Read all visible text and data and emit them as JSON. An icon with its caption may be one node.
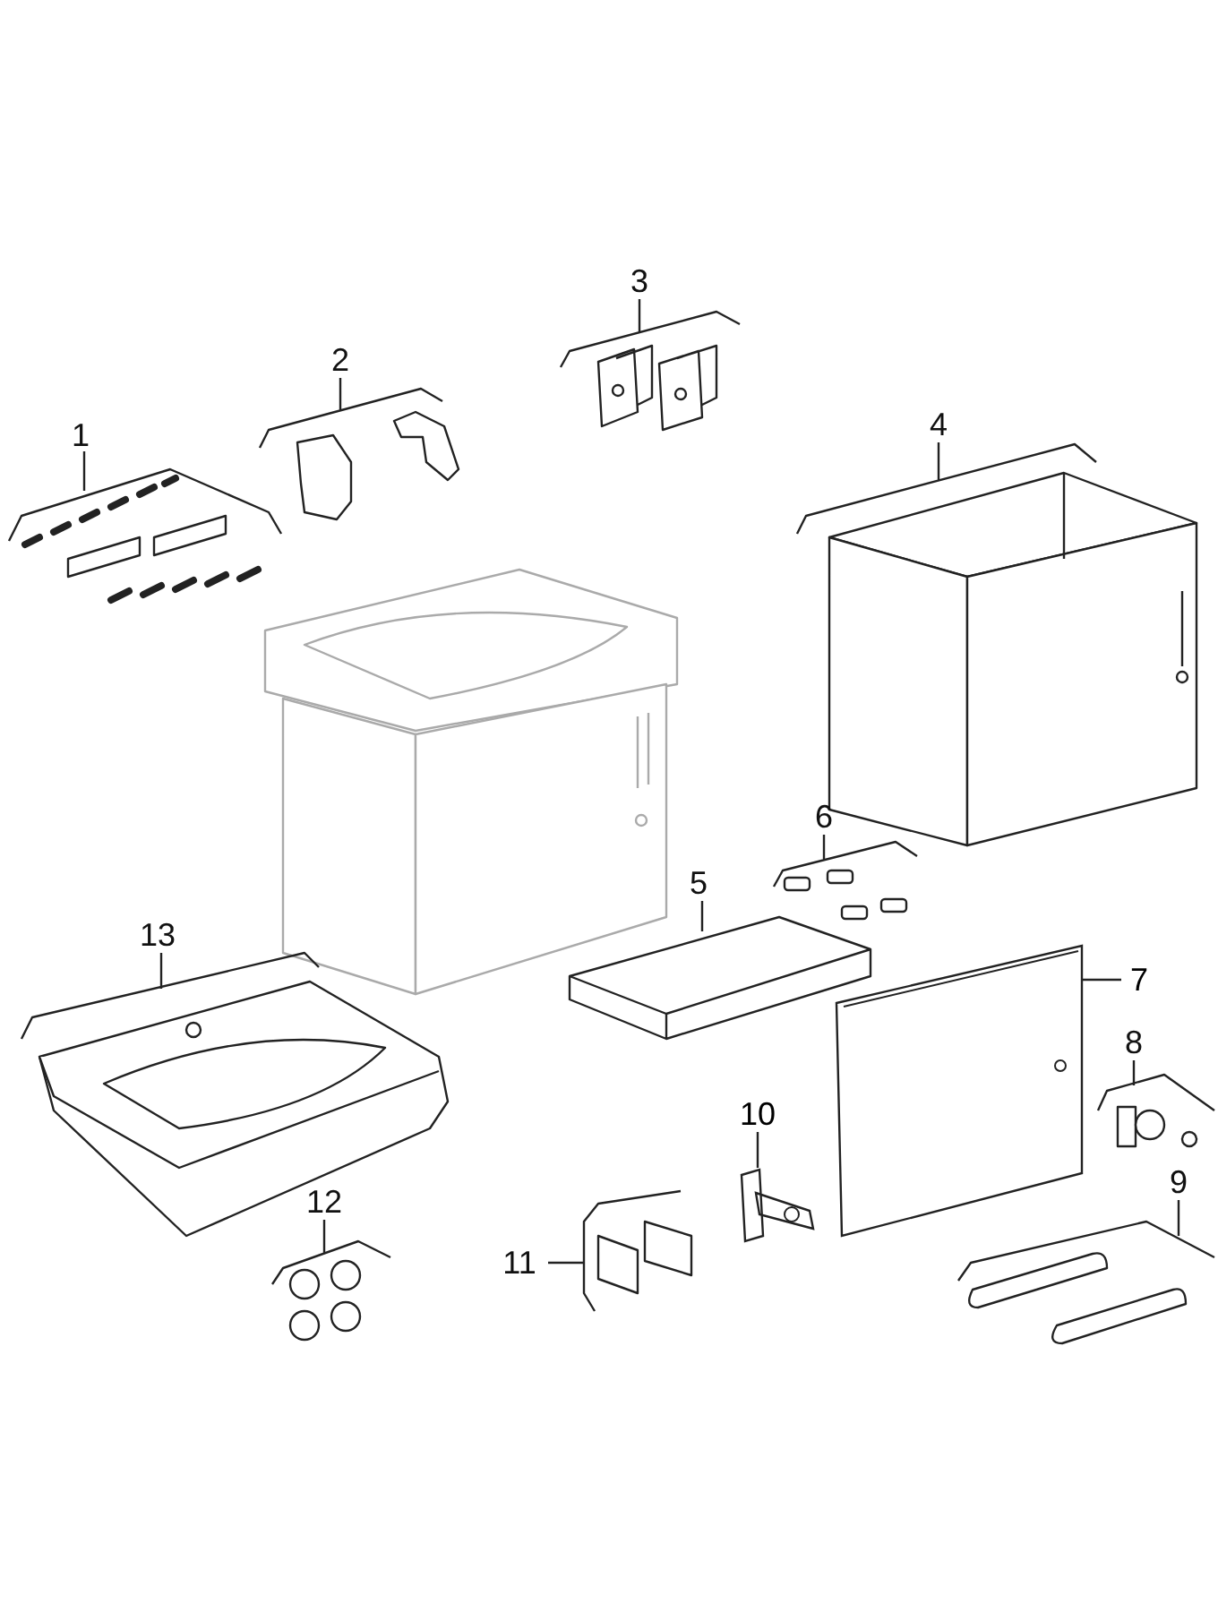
{
  "diagram": {
    "nodes": [
      {
        "text": [
          "7"
        ]
      },
      {
        "text": [],
        "shape": "picture"
      },
      {
        "text": [
          "10"
        ]
      },
      {
        "text": [],
        "shape": "picture"
      }
    ],
    "edges": [
      {
        "from": 0,
        "to": 1,
        "arrow": "none"
      },
      {
        "from": 2,
        "to": 3,
        "arrow": "none"
      }
    ],
    "labels": [
      "3",
      "2",
      "1",
      "4",
      "6",
      "5",
      "13",
      "8",
      "9",
      "12",
      "11"
    ]
  }
}
